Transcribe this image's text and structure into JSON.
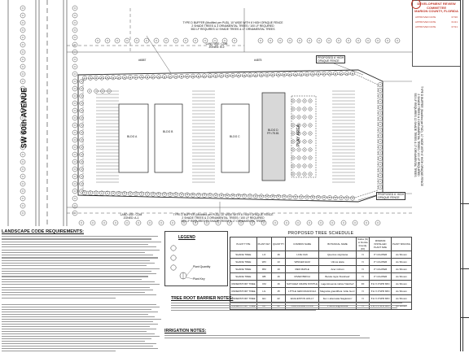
{
  "plan": {
    "street_name": "SW 60th AVENUE",
    "buffer_top": [
      "TYPE D BUFFER (Modified per PUD), 10' WIDE WITH 6' HIGH OPAQUE FENCE",
      "2 SHADE TREES & 3 ORNAMENTAL TREES / 100 LF REQUIRED",
      "553 LF REQUIRES 12 SHADE TREES & 17 ORNAMENTAL TREES"
    ],
    "buffer_bottom": [
      "TYPE D BUFFER (Modified per PUD), 10' WIDE WITH 6' HIGH OPAQUE FENCE",
      "2 SHADE TREES & 3 ORNAMENTAL TREES / 100 LF REQUIRED",
      "553 LF REQUIRES 12 SHADE TREES & 17 ORNAMENTAL TREES"
    ],
    "land_use_top": [
      "LAND USE: COM",
      "ZONED: B-2"
    ],
    "land_use_bottom": [
      "LAND USE: COM",
      "ZONED: A-1"
    ],
    "buildings": [
      "BLDG A",
      "BLDG B",
      "BLDG C",
      "BLDG D"
    ],
    "bldg_d_sub": "FF=75.81",
    "play_area": "PLAY AREA",
    "fence_label_top": [
      "PROPOSED 6' HIGH",
      "OPAQUE FENCE"
    ],
    "fence_label_bottom": [
      "PROPOSED 6' HIGH",
      "OPAQUE FENCE"
    ],
    "parcel_ids": [
      "#6587",
      "#4875"
    ]
  },
  "stamp": {
    "title": [
      "DEVELOPMENT REVIEW",
      "COMMITTEE",
      "MARION COUNTY, FLORIDA"
    ],
    "rows": [
      {
        "label": "APPROVED DATE",
        "value": "07/20"
      },
      {
        "label": "APPROVED DATE",
        "value": "01/21"
      },
      {
        "label": "APPROVED DATE",
        "value": "07/21"
      }
    ]
  },
  "notes": {
    "heading": "LANDSCAPE CODE REQUIREMENTS:"
  },
  "legend": {
    "title": "LEGEND",
    "items": [
      "Plant Quantity",
      "Plant Key"
    ]
  },
  "schedule": {
    "title": "PROPOSED TREE SCHEDULE",
    "headers": [
      "PLANT TYPE",
      "PLANT KEY",
      "QUANTITY",
      "COMMON NAME",
      "BOTANICAL NAME",
      "Native (N) or Florida Friendly (FF)",
      "MINIMUM INSTALLED PLANT SIZE",
      "PLANT SPACING"
    ],
    "rows": [
      [
        "SHADE TREE",
        "LO",
        "16",
        "LIVE OAK",
        "Quercus virginiana",
        "N",
        "3\" CALIPER",
        "As Shown"
      ],
      [
        "SHADE TREE",
        "WO",
        "13",
        "WINGED ELM",
        "Ulmus alata",
        "N",
        "3\" CALIPER",
        "As Shown"
      ],
      [
        "SHADE TREE",
        "RM",
        "19",
        "RED MAPLE",
        "Acer rubrum",
        "N",
        "3\" CALIPER",
        "As Shown"
      ],
      [
        "SHADE TREE",
        "RB",
        "16",
        "RIVER BIRCH",
        "Betula nigra 'Duraheat'",
        "N",
        "3\" CALIPER",
        "As Shown"
      ],
      [
        "UNDERSTORY TREE",
        "CM",
        "16",
        "NATCHEZ CRAPE MYRTLE",
        "Lagerstroemia indica 'Natchez'",
        "FF",
        "6'H X 4'SPR MIN",
        "As Shown"
      ],
      [
        "UNDERSTORY TREE",
        "LG",
        "15",
        "LITTLE GEM MAGNOLIA",
        "Magnolia grandiflora 'Little Gem'",
        "N",
        "6'H X 4'SPR MIN",
        "As Shown"
      ],
      [
        "UNDERSTORY TREE",
        "EH",
        "22",
        "EAGLESTON HOLLY",
        "Ilex x attenuata 'Eagleston'",
        "N",
        "6'H X 4'SPR MIN",
        "As Shown"
      ],
      [
        "UNDERSTORY TREE",
        "CP",
        "22",
        "CHICKASAW PLUM",
        "Prunus angustifolia",
        "N",
        "6'H X 4'SPR MIN",
        "As Shown"
      ]
    ]
  },
  "barrier": {
    "heading": "TREE ROOT BARRIER NOTES:"
  },
  "irrigation": {
    "heading": "IRRIGATION NOTES:"
  }
}
